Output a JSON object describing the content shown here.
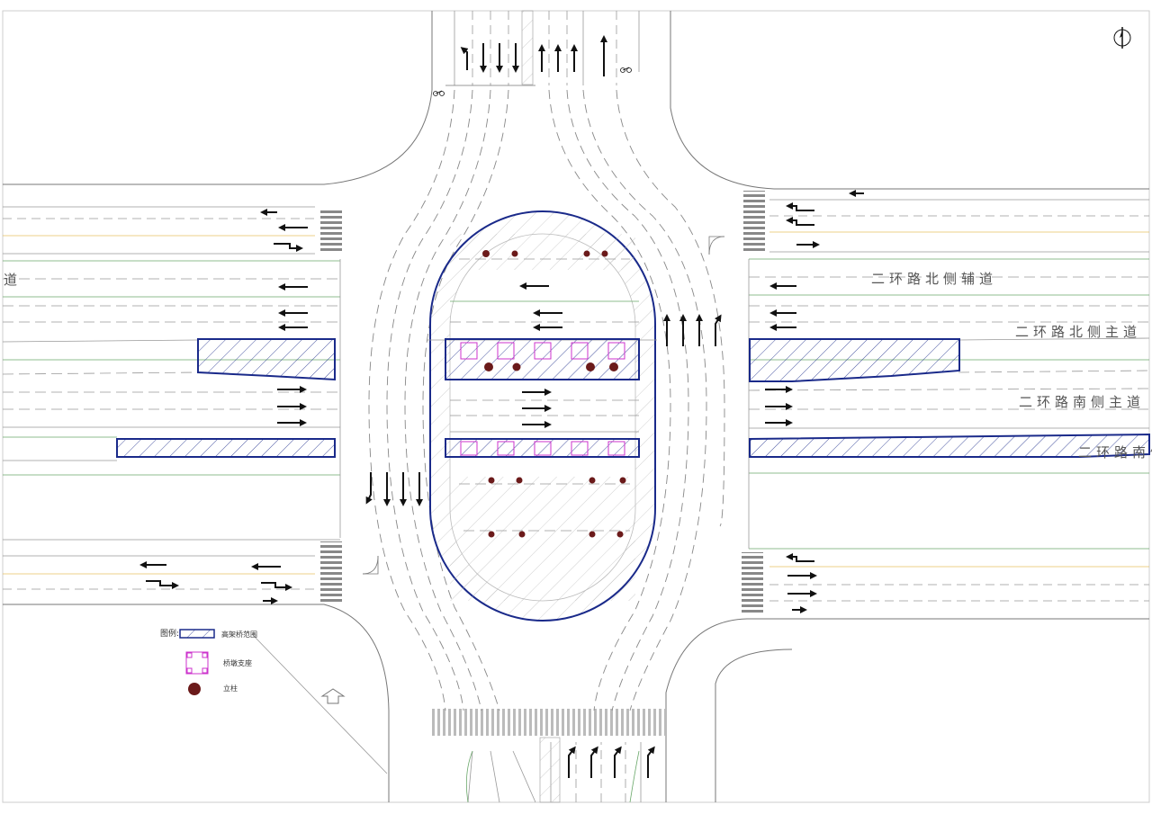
{
  "road_labels": {
    "north_service_road": "二环路北侧辅道",
    "north_main_road": "二环路北侧主道",
    "south_main_road": "二环路南侧主道",
    "south_side_partial": "二环路南侧",
    "west_edge_fragment": "道"
  },
  "legend": {
    "title": "图例:",
    "hatched_label": "高架桥范围",
    "pier_label": "桥墩支座",
    "column_label": "立柱"
  },
  "colors": {
    "structure_outline": "#1a2a8a",
    "pier_marker": "#cc33cc",
    "column_dot": "#6b1a1a",
    "lane_line": "#999999",
    "green_edge": "#6aa86a",
    "yellow_line": "#e8c060",
    "arrow": "#111111"
  },
  "icons": [
    "north-arrow-icon",
    "bicycle-icon",
    "lane-arrow-icon",
    "outline-arrow-icon"
  ]
}
